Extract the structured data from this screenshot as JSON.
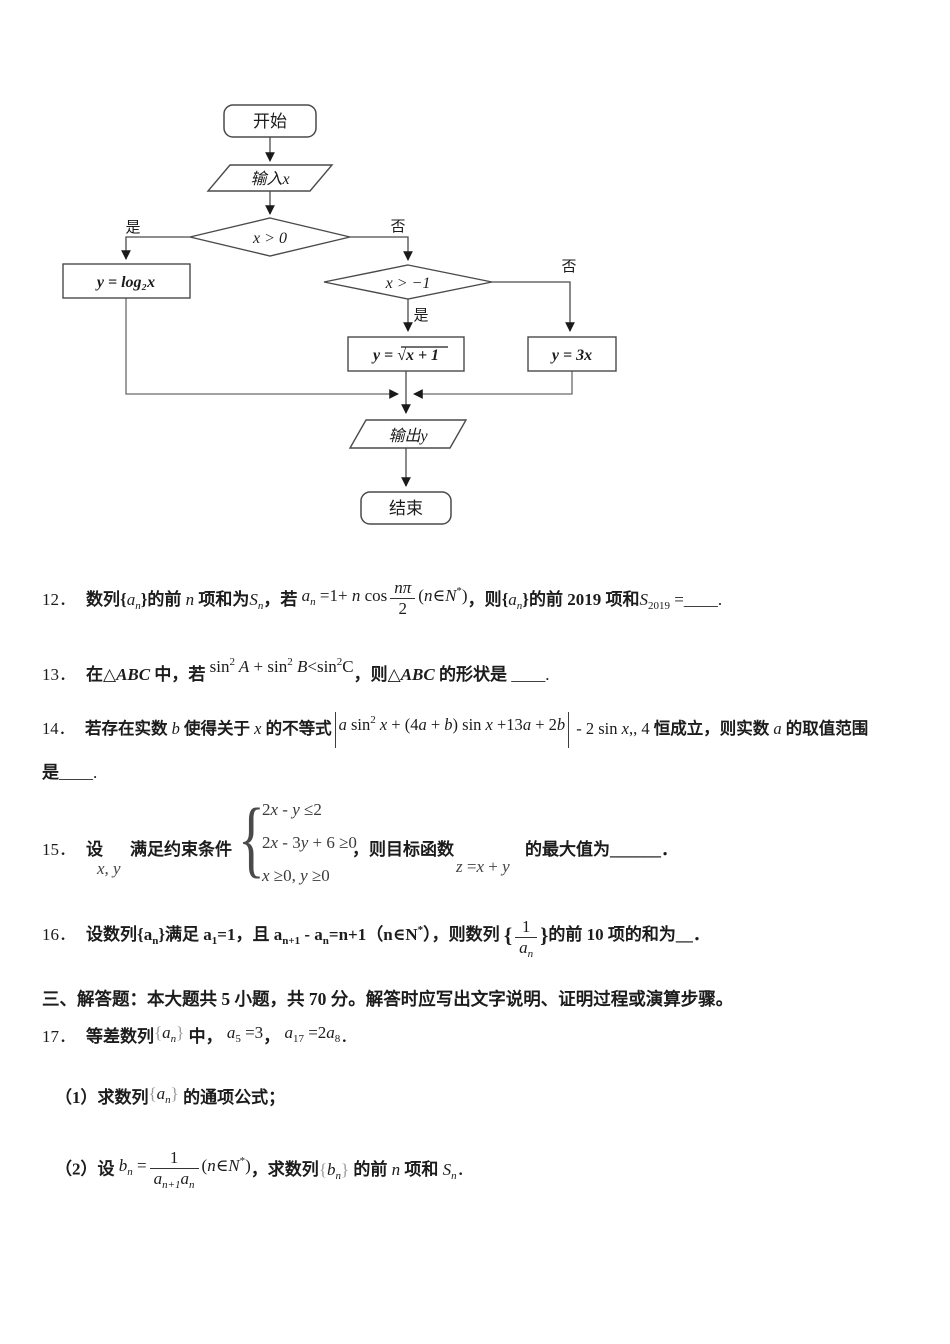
{
  "flowchart": {
    "start": "开始",
    "input": "输入x",
    "decision1": "x > 0",
    "decision2": "x > −1",
    "yes1": "是",
    "no1": "否",
    "yes2": "是",
    "no2": "否",
    "box_log": "y = log₂x",
    "box_sqrt": "y = √x + 1",
    "box_3x": "y = 3x",
    "output": "输出y",
    "end": "结束"
  },
  "q12": {
    "pre": [
      {
        "t": "12．",
        "c": "r qn"
      },
      {
        "t": "数列{",
        "c": "z"
      },
      {
        "t": "a",
        "c": "m"
      },
      {
        "t": "n",
        "c": "m sub"
      },
      {
        "t": "}的前 ",
        "c": "z"
      },
      {
        "t": "n",
        "c": "m"
      },
      {
        "t": " 项和为",
        "c": "z"
      },
      {
        "t": "S",
        "c": "m"
      },
      {
        "t": "n",
        "c": "m sub"
      },
      {
        "t": "，若 ",
        "c": "z"
      }
    ],
    "f1": [
      {
        "t": "a",
        "c": "m"
      },
      {
        "t": "n",
        "c": "m sub"
      },
      {
        "t": " =1+ ",
        "c": "r"
      },
      {
        "t": "n",
        "c": "m"
      },
      {
        "t": " cos",
        "c": "r"
      }
    ],
    "fnum": "nπ",
    "fden": "2",
    "f2": [
      {
        "t": "(",
        "c": "r"
      },
      {
        "t": "n",
        "c": "m"
      },
      {
        "t": "∈",
        "c": "r"
      },
      {
        "t": "N",
        "c": "m"
      },
      {
        "t": "*",
        "c": "r sup"
      },
      {
        "t": ")",
        "c": "r"
      }
    ],
    "post": [
      {
        "t": "，则{",
        "c": "z"
      },
      {
        "t": "a",
        "c": "m"
      },
      {
        "t": "n",
        "c": "m sub"
      },
      {
        "t": "}的前 ",
        "c": "z"
      },
      {
        "t": "2019",
        "c": "z"
      },
      {
        "t": " 项和",
        "c": "z"
      },
      {
        "t": "S",
        "c": "m"
      },
      {
        "t": "2019",
        "c": "r sub"
      },
      {
        "t": " =",
        "c": "r"
      },
      {
        "t": "____.",
        "c": "r"
      }
    ]
  },
  "q13": {
    "pre": [
      {
        "t": "13．",
        "c": "r qn"
      },
      {
        "t": "在",
        "c": "z"
      },
      {
        "t": "△",
        "c": "z"
      },
      {
        "t": "ABC",
        "c": "z m"
      },
      {
        "t": " 中，若 ",
        "c": "z"
      }
    ],
    "formula": [
      {
        "t": "sin",
        "c": "r"
      },
      {
        "t": "2",
        "c": "sup"
      },
      {
        "t": " A",
        "c": "m"
      },
      {
        "t": " + sin",
        "c": "r"
      },
      {
        "t": "2",
        "c": "sup"
      },
      {
        "t": " B",
        "c": "m"
      },
      {
        "t": "<",
        "c": "r"
      },
      {
        "t": "sin",
        "c": "r"
      },
      {
        "t": "2",
        "c": "sup"
      },
      {
        "t": "C",
        "c": "r"
      }
    ],
    "post": [
      {
        "t": "，则",
        "c": "z"
      },
      {
        "t": "△",
        "c": "z"
      },
      {
        "t": "ABC",
        "c": "z m"
      },
      {
        "t": " 的形状是 ",
        "c": "z"
      },
      {
        "t": "____.",
        "c": "r"
      }
    ]
  },
  "q14": {
    "pre": [
      {
        "t": "14．",
        "c": "r qn"
      },
      {
        "t": "若存在实数",
        "c": "z"
      },
      {
        "t": " b ",
        "c": "m"
      },
      {
        "t": "使得关于",
        "c": "z"
      },
      {
        "t": " x ",
        "c": "m"
      },
      {
        "t": "的不等式",
        "c": "z"
      }
    ],
    "abs": [
      {
        "t": "a",
        "c": "m"
      },
      {
        "t": " sin",
        "c": "r"
      },
      {
        "t": "2",
        "c": "sup"
      },
      {
        "t": " x",
        "c": "m"
      },
      {
        "t": " + (4",
        "c": "r"
      },
      {
        "t": "a",
        "c": "m"
      },
      {
        "t": " + ",
        "c": "r"
      },
      {
        "t": "b",
        "c": "m"
      },
      {
        "t": ") sin ",
        "c": "r"
      },
      {
        "t": "x",
        "c": "m"
      },
      {
        "t": " +13",
        "c": "r"
      },
      {
        "t": "a",
        "c": "m"
      },
      {
        "t": " + 2",
        "c": "r"
      },
      {
        "t": "b",
        "c": "m"
      }
    ],
    "post": [
      {
        "t": " - 2 sin ",
        "c": "r"
      },
      {
        "t": "x",
        "c": "m"
      },
      {
        "t": ",, ",
        "c": "r"
      },
      {
        "t": "4 ",
        "c": "r"
      },
      {
        "t": "恒成立，则实数",
        "c": "z"
      },
      {
        "t": " a ",
        "c": "m"
      },
      {
        "t": "的取值范围",
        "c": "z"
      }
    ],
    "line2": [
      {
        "t": "是",
        "c": "z"
      },
      {
        "t": "____.",
        "c": "r"
      }
    ]
  },
  "q15": {
    "lead": [
      {
        "t": "15．",
        "c": "r qn"
      },
      {
        "t": "设",
        "c": "z"
      }
    ],
    "xy": [
      {
        "t": "x",
        "c": "m"
      },
      {
        "t": ", ",
        "c": "r"
      },
      {
        "t": "y",
        "c": "m"
      }
    ],
    "cond_label": [
      {
        "t": "满足约束条件",
        "c": "z"
      }
    ],
    "brace": "{",
    "c1": [
      {
        "t": "2",
        "c": "r"
      },
      {
        "t": "x",
        "c": "m"
      },
      {
        "t": " - ",
        "c": "r"
      },
      {
        "t": "y",
        "c": "m"
      },
      {
        "t": " ≤2",
        "c": "r"
      }
    ],
    "c2": [
      {
        "t": "2",
        "c": "r"
      },
      {
        "t": "x",
        "c": "m"
      },
      {
        "t": " - 3",
        "c": "r"
      },
      {
        "t": "y",
        "c": "m"
      },
      {
        "t": " + 6 ≥0",
        "c": "r"
      }
    ],
    "c3": [
      {
        "t": "x",
        "c": "m"
      },
      {
        "t": " ≥0, ",
        "c": "r"
      },
      {
        "t": "y",
        "c": "m"
      },
      {
        "t": " ≥0",
        "c": "r"
      }
    ],
    "then_label": [
      {
        "t": "，则目标函数",
        "c": "z"
      }
    ],
    "zfun": [
      {
        "t": "z",
        "c": "m"
      },
      {
        "t": " =",
        "c": "r"
      },
      {
        "t": "x",
        "c": "m"
      },
      {
        "t": " + ",
        "c": "r"
      },
      {
        "t": "y",
        "c": "m"
      }
    ],
    "tail": [
      {
        "t": "的最大值为",
        "c": "z"
      },
      {
        "t": "______",
        "c": "z"
      },
      {
        "t": "．",
        "c": "z"
      }
    ]
  },
  "q16": {
    "pre": [
      {
        "t": "16．",
        "c": "r qn"
      },
      {
        "t": "设数列{",
        "c": "z"
      },
      {
        "t": "a",
        "c": "z"
      },
      {
        "t": "n",
        "c": "z sub"
      },
      {
        "t": "}满足 ",
        "c": "z"
      },
      {
        "t": "a",
        "c": "z"
      },
      {
        "t": "1",
        "c": "z sub"
      },
      {
        "t": "=1，且 ",
        "c": "z"
      },
      {
        "t": "a",
        "c": "z"
      },
      {
        "t": "n+1",
        "c": "z sub"
      },
      {
        "t": " - ",
        "c": "z"
      },
      {
        "t": "a",
        "c": "z"
      },
      {
        "t": "n",
        "c": "z sub"
      },
      {
        "t": "=n+1（",
        "c": "z"
      },
      {
        "t": "n",
        "c": "z"
      },
      {
        "t": "∈",
        "c": "z"
      },
      {
        "t": "N",
        "c": "z"
      },
      {
        "t": "*",
        "c": "z sup"
      },
      {
        "t": "），则数列 ",
        "c": "z"
      },
      {
        "t": "{",
        "c": "z bb"
      }
    ],
    "fnum": "1",
    "fden": [
      {
        "t": "a",
        "c": "m"
      },
      {
        "t": "n",
        "c": "m sub"
      }
    ],
    "post": [
      {
        "t": "}",
        "c": "z bb"
      },
      {
        "t": "的前 ",
        "c": "z"
      },
      {
        "t": "10",
        "c": "z"
      },
      {
        "t": " 项的和为",
        "c": "z"
      },
      {
        "t": "__",
        "c": "z"
      },
      {
        "t": "．",
        "c": "z"
      }
    ]
  },
  "section3": [
    {
      "t": "三、解答题：本大题共 5 小题，共 70 分。解答时应写出文字说明、证明过程或演算步骤。",
      "c": "z"
    }
  ],
  "q17": {
    "pre": [
      {
        "t": "17．",
        "c": "r qn"
      },
      {
        "t": "等差数列",
        "c": "z"
      }
    ],
    "seq": [
      {
        "t": "{",
        "c": "g"
      },
      {
        "t": "a",
        "c": "m"
      },
      {
        "t": "n",
        "c": "m sub"
      },
      {
        "t": "}",
        "c": "g"
      }
    ],
    "mid": [
      {
        "t": " 中， ",
        "c": "z"
      }
    ],
    "f1": [
      {
        "t": "a",
        "c": "m"
      },
      {
        "t": "5",
        "c": "r sub"
      },
      {
        "t": " =3",
        "c": "r"
      }
    ],
    "comma": [
      {
        "t": "， ",
        "c": "z"
      }
    ],
    "f2": [
      {
        "t": "a",
        "c": "m"
      },
      {
        "t": "17",
        "c": "r sub"
      },
      {
        "t": " =2",
        "c": "r"
      },
      {
        "t": "a",
        "c": "m"
      },
      {
        "t": "8",
        "c": "r sub"
      }
    ],
    "end": [
      {
        "t": "．",
        "c": "r"
      }
    ]
  },
  "q17_1": {
    "pre": [
      {
        "t": "（1）求数列",
        "c": "z"
      }
    ],
    "seq": [
      {
        "t": "{",
        "c": "g"
      },
      {
        "t": "a",
        "c": "m"
      },
      {
        "t": "n",
        "c": "m sub"
      },
      {
        "t": "}",
        "c": "g"
      }
    ],
    "post": [
      {
        "t": " 的通项公式；",
        "c": "z"
      }
    ]
  },
  "q17_2": {
    "pre": [
      {
        "t": "（2）设 ",
        "c": "z"
      }
    ],
    "fleft": [
      {
        "t": "b",
        "c": "m"
      },
      {
        "t": "n",
        "c": "m sub"
      },
      {
        "t": " =",
        "c": "r"
      }
    ],
    "fnum": "1",
    "fden": [
      {
        "t": "a",
        "c": "m"
      },
      {
        "t": "n+1",
        "c": "m sub"
      },
      {
        "t": "a",
        "c": "m"
      },
      {
        "t": "n",
        "c": "m sub"
      }
    ],
    "fright": [
      {
        "t": "(",
        "c": "r"
      },
      {
        "t": "n",
        "c": "m"
      },
      {
        "t": "∈",
        "c": "r"
      },
      {
        "t": "N",
        "c": "m"
      },
      {
        "t": "*",
        "c": "r sup"
      },
      {
        "t": ")",
        "c": "r"
      }
    ],
    "post": [
      {
        "t": "，求数列",
        "c": "z"
      },
      {
        "t": "{",
        "c": "g"
      },
      {
        "t": "b",
        "c": "m"
      },
      {
        "t": "n",
        "c": "m sub"
      },
      {
        "t": "}",
        "c": "g"
      },
      {
        "t": " 的前 ",
        "c": "z"
      },
      {
        "t": "n",
        "c": "m"
      },
      {
        "t": " 项和 ",
        "c": "z"
      },
      {
        "t": "S",
        "c": "m"
      },
      {
        "t": "n",
        "c": "m sub"
      },
      {
        "t": "．",
        "c": "r"
      }
    ]
  }
}
